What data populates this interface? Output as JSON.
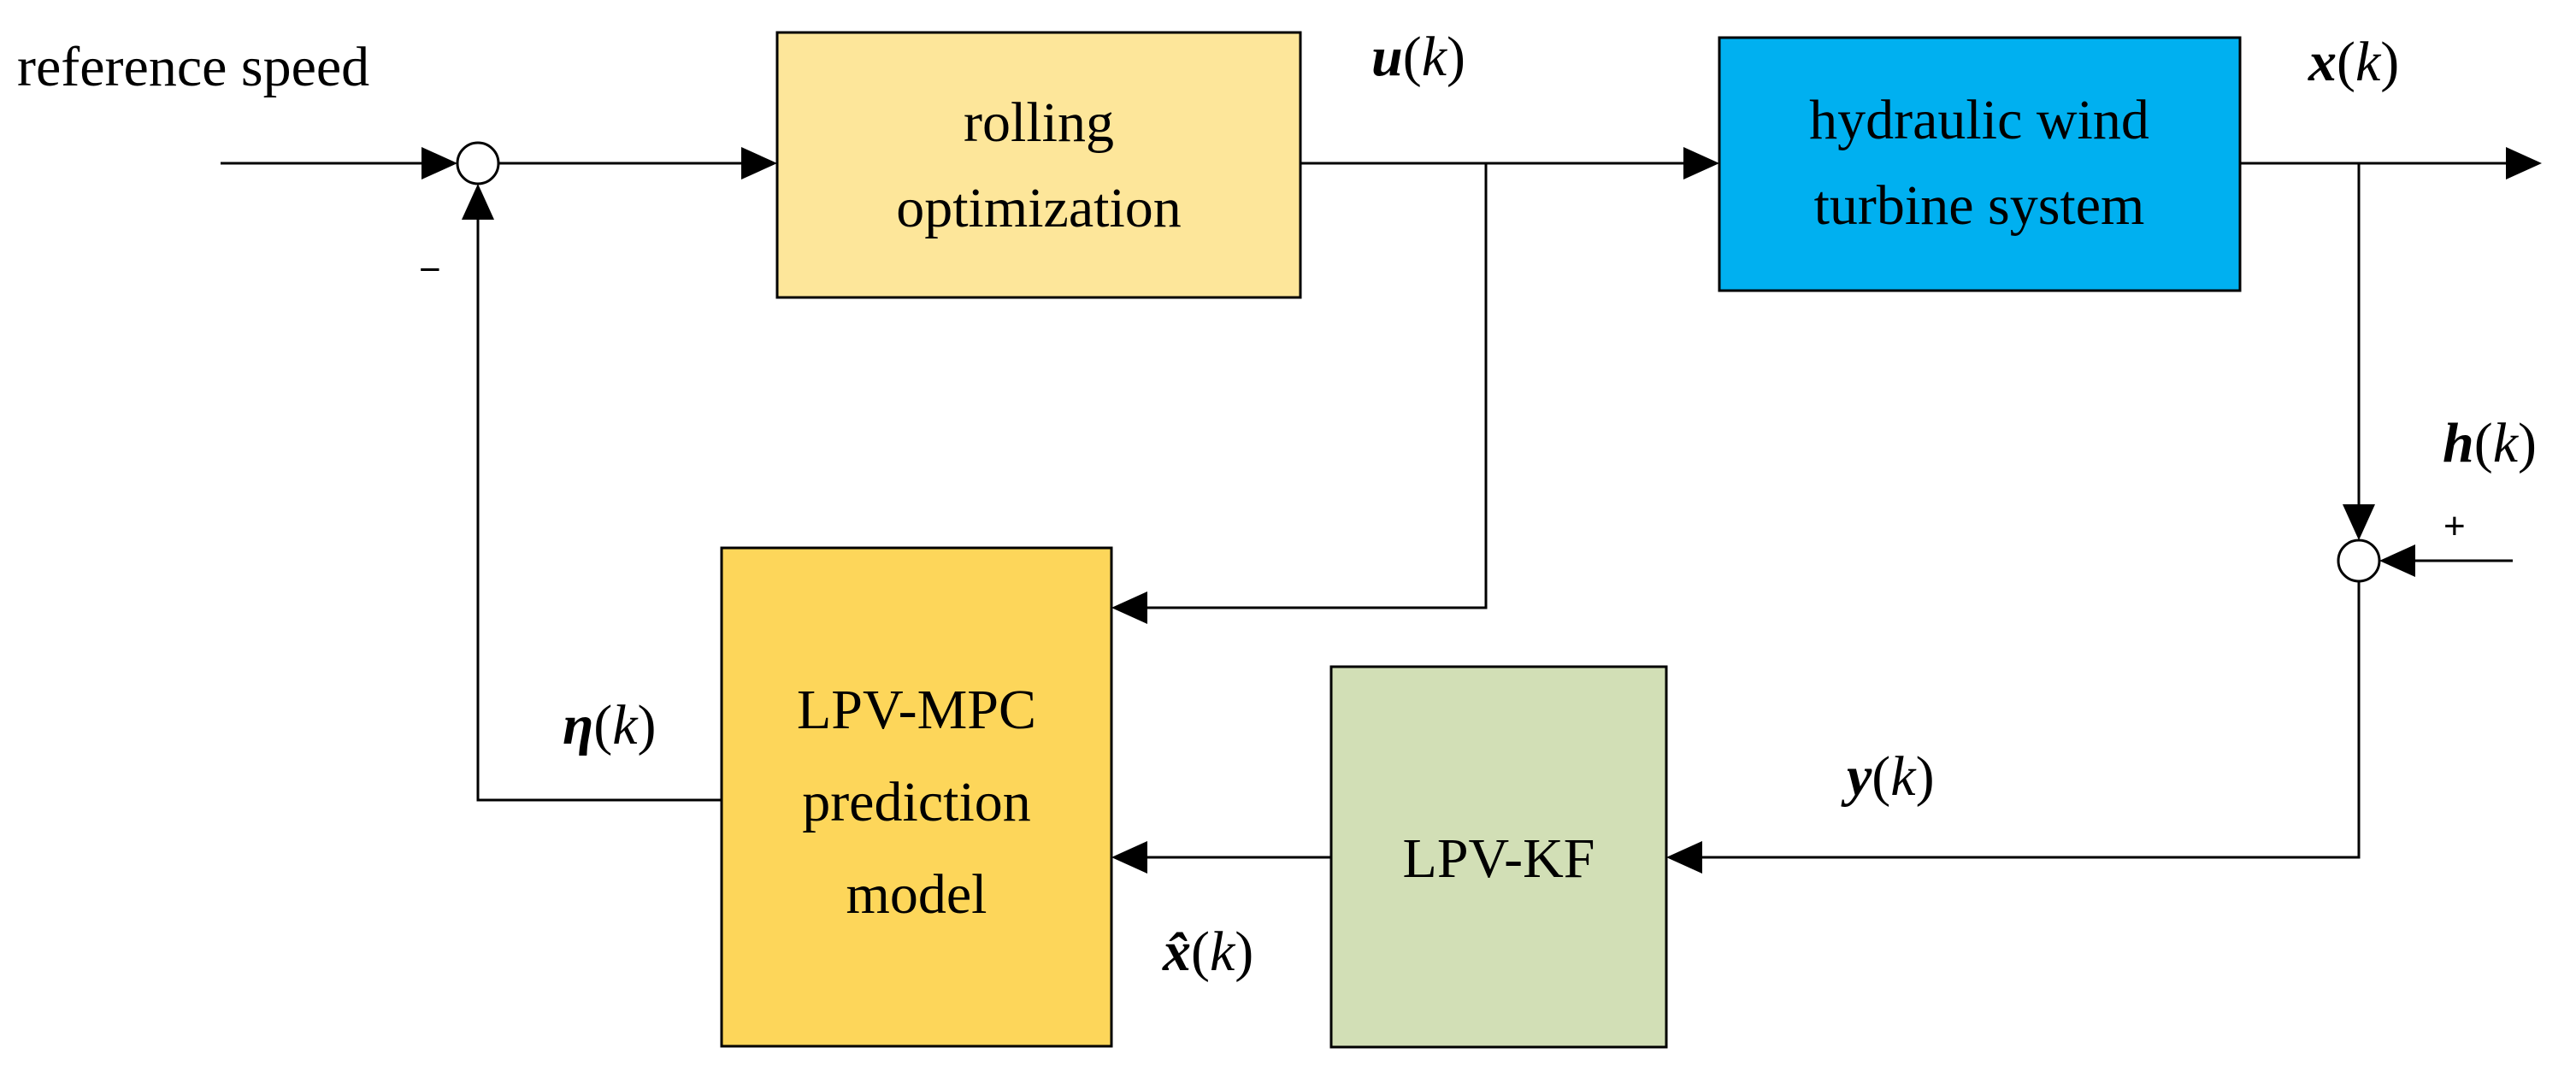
{
  "colors": {
    "rolling_block": "#fde69a",
    "turbine_block": "#00b0f0",
    "mpc_block": "#fdd65a",
    "kf_block": "#d2dfb6",
    "lines": "#000000"
  },
  "inputs": {
    "reference": "reference speed"
  },
  "blocks": {
    "rolling": [
      "rolling",
      "optimization"
    ],
    "turbine": [
      "hydraulic wind",
      "turbine system"
    ],
    "mpc": [
      "LPV-MPC",
      "prediction",
      "model"
    ],
    "kf": [
      "LPV-KF"
    ]
  },
  "signals": {
    "u": {
      "sym": "u",
      "arg": "k"
    },
    "x": {
      "sym": "x",
      "arg": "k"
    },
    "h": {
      "sym": "h",
      "arg": "k"
    },
    "y": {
      "sym": "y",
      "arg": "k"
    },
    "eta": {
      "sym": "η",
      "arg": "k"
    },
    "xhat": {
      "sym": "x̂",
      "arg": "k"
    }
  },
  "signs": {
    "sum1_feedback": "−",
    "sum2_noise": "+"
  }
}
